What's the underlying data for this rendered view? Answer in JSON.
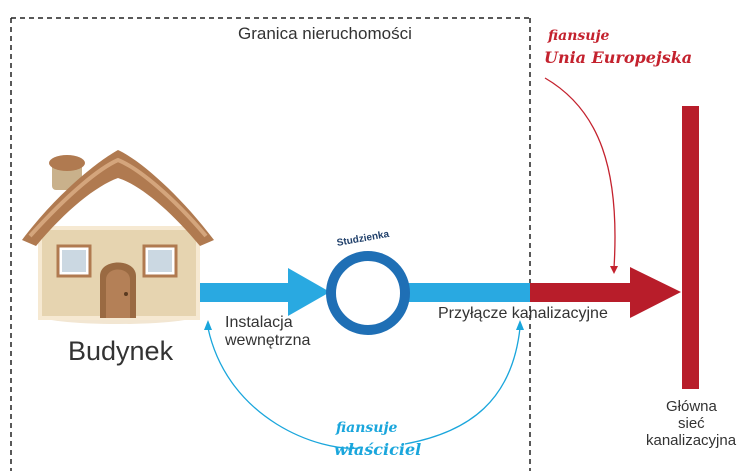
{
  "boundary_label": "Granica nieruchomości",
  "building_label": "Budynek",
  "internal_install_label": [
    "Instalacja",
    "wewnętrzna"
  ],
  "well_label": "Studzienka",
  "connection_label": "Przyłącze kanalizacyjne",
  "main_sewer_label": [
    "Główna",
    "sieć",
    "kanalizacyjna"
  ],
  "eu_funding": [
    "fiansuje",
    "Unia Europejska"
  ],
  "owner_funding": [
    "fiansuje",
    "właściciel"
  ],
  "colors": {
    "blue_pipe": "#29a9e1",
    "well_ring": "#1f6fb5",
    "red_pipe": "#b81d2a",
    "boundary_line": "#222222",
    "eu_text": "#c4222e",
    "owner_text": "#1aa6dc",
    "roof": "#b07a50",
    "wall": "#e6d4b0"
  }
}
